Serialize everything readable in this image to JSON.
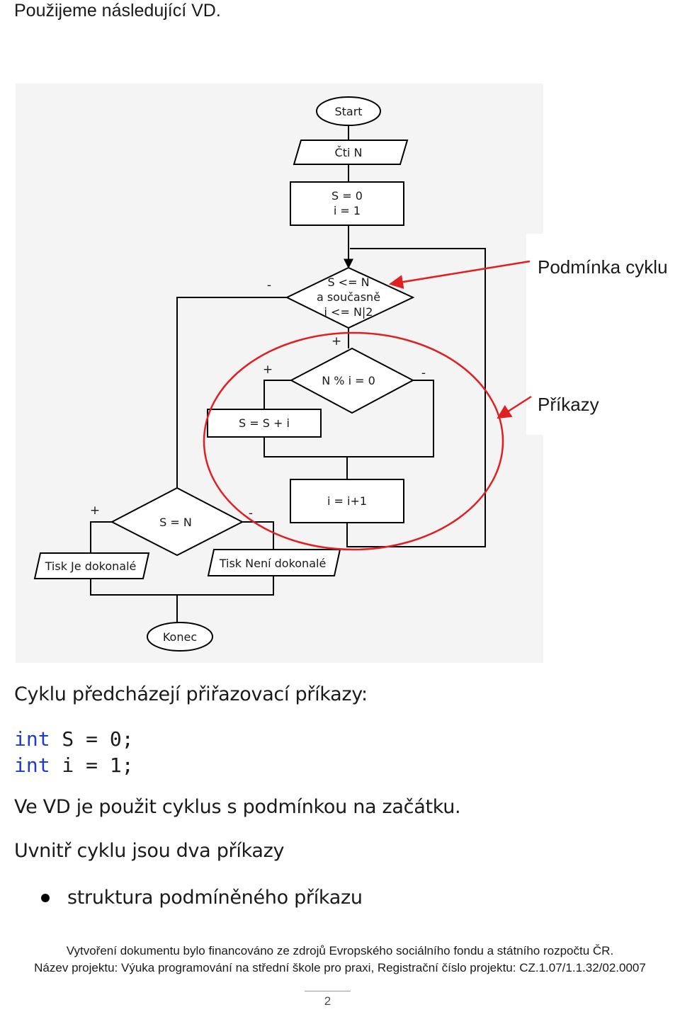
{
  "intro": "Použijeme následující VD.",
  "flowchart": {
    "start": "Start",
    "read": "Čti N",
    "init": [
      "S = 0",
      "i = 1"
    ],
    "loop_condition": [
      "S <= N",
      "a současně",
      "i  <= N|2"
    ],
    "inner_condition": "N % i = 0",
    "sum": "S = S + i",
    "increment": "i = i+1",
    "final_condition": "S = N",
    "print_perfect": "Tisk Je dokonalé",
    "print_not_perfect": "Tisk Není dokonalé",
    "end": "Konec",
    "sign_plus": "+",
    "sign_minus": "-"
  },
  "callouts": {
    "condition": "Podmínka cyklu",
    "statements": "Příkazy"
  },
  "text": {
    "before_loop": "Cyklu předcházejí přiřazovací příkazy:",
    "code": [
      {
        "kw": "int",
        "rest": " S = 0;"
      },
      {
        "kw": "int",
        "rest": " i = 1;"
      }
    ],
    "loop_type": "Ve VD je použit cyklus s podmínkou na začátku.",
    "inside": "Uvnitř cyklu jsou dva příkazy",
    "bullet": "struktura podmíněného příkazu"
  },
  "footer": {
    "line1": "Vytvoření dokumentu bylo financováno ze zdrojů Evropského sociálního fondu a státního rozpočtu ČR.",
    "line2": "Název projektu: Výuka programování na střední škole pro praxi, Registrační číslo projektu: CZ.1.07/1.1.32/02.0007",
    "page": "2"
  },
  "colors": {
    "annotation_red": "#e02020",
    "code_keyword": "#1f3bd0",
    "diagram_background": "#f4f4f4"
  }
}
